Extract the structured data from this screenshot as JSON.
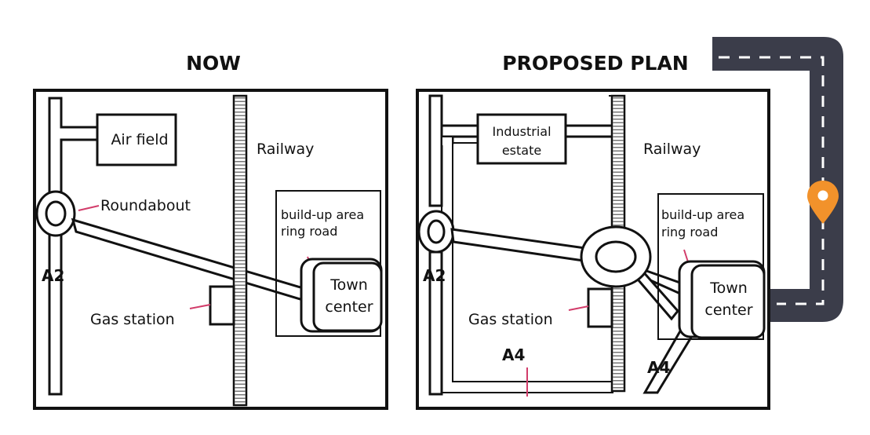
{
  "titles": {
    "now": "NOW",
    "proposed": "PROPOSED PLAN"
  },
  "now": {
    "air_field": "Air field",
    "railway": "Railway",
    "roundabout": "Roundabout",
    "build_up_line1": "build-up area",
    "build_up_line2": "ring road",
    "a2": "A2",
    "town_line1": "Town",
    "town_line2": "center",
    "gas_station": "Gas station"
  },
  "proposed": {
    "industrial_line1": "Industrial",
    "industrial_line2": "estate",
    "railway": "Railway",
    "build_up_line1": "build-up area",
    "build_up_line2": "ring road",
    "a2": "A2",
    "town_line1": "Town",
    "town_line2": "center",
    "gas_station": "Gas station",
    "a4_left": "A4",
    "a4_right": "A4"
  },
  "colors": {
    "route": "#3b3d4a",
    "pin": "#f2922b",
    "leader": "#d23c6a",
    "line": "#111111"
  },
  "icons": {
    "route_pin": "map-pin-icon"
  }
}
